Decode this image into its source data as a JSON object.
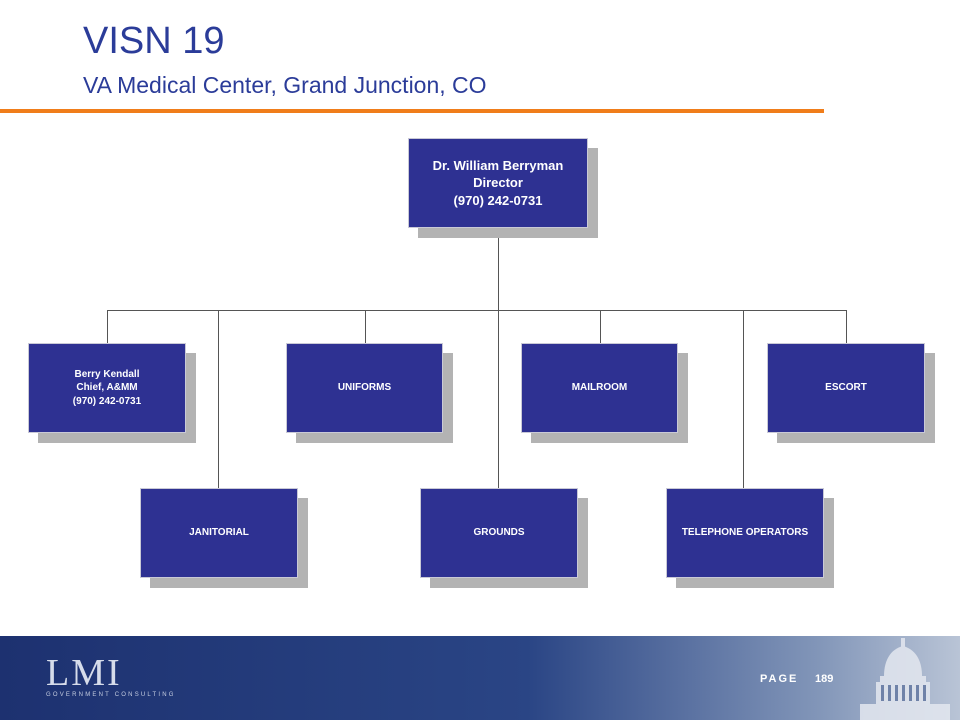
{
  "header": {
    "title": "VISN 19",
    "subtitle": "VA Medical Center, Grand Junction, CO"
  },
  "org_chart": {
    "director": {
      "lines": [
        "Dr. William Berryman",
        "Director",
        "(970) 242-0731"
      ]
    },
    "top_row": [
      {
        "lines": [
          "Berry Kendall",
          "Chief, A&MM",
          "(970) 242-0731"
        ]
      },
      {
        "lines": [
          "UNIFORMS"
        ]
      },
      {
        "lines": [
          "MAILROOM"
        ]
      },
      {
        "lines": [
          "ESCORT"
        ]
      }
    ],
    "bottom_row": [
      {
        "lines": [
          "JANITORIAL"
        ]
      },
      {
        "lines": [
          "GROUNDS"
        ]
      },
      {
        "lines": [
          "TELEPHONE OPERATORS"
        ]
      }
    ]
  },
  "footer": {
    "logo_text": "LMI",
    "logo_tagline": "GOVERNMENT CONSULTING",
    "page_label": "PAGE",
    "page_number": "189"
  },
  "colors": {
    "title": "#2b3c99",
    "accent_rule": "#f07d1a",
    "box_fill": "#2e3192",
    "footer": "#1d3170"
  }
}
